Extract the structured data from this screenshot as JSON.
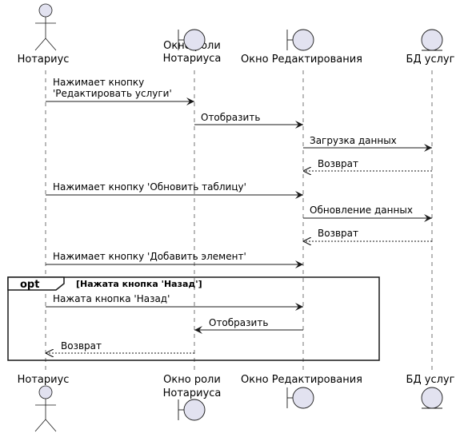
{
  "diagram": {
    "participants": [
      {
        "id": "notary",
        "kind": "actor",
        "label": "Нотариус"
      },
      {
        "id": "role_window",
        "kind": "boundary",
        "label_lines": [
          "Окно роли",
          "Нотариуса"
        ]
      },
      {
        "id": "edit_window",
        "kind": "boundary",
        "label": "Окно Редактирования"
      },
      {
        "id": "db",
        "kind": "entity",
        "label": "БД услуг"
      }
    ],
    "messages": [
      {
        "from": "notary",
        "to": "role_window",
        "style": "solid",
        "label_lines": [
          "Нажимает кнопку",
          "'Редактировать услуги'"
        ]
      },
      {
        "from": "role_window",
        "to": "edit_window",
        "style": "solid",
        "label": "Отобразить"
      },
      {
        "from": "edit_window",
        "to": "db",
        "style": "solid",
        "label": "Загрузка данных"
      },
      {
        "from": "db",
        "to": "edit_window",
        "style": "dashed",
        "label": "Возврат"
      },
      {
        "from": "notary",
        "to": "edit_window",
        "style": "solid",
        "label": "Нажимает кнопку 'Обновить таблицу'"
      },
      {
        "from": "edit_window",
        "to": "db",
        "style": "solid",
        "label": "Обновление данных"
      },
      {
        "from": "db",
        "to": "edit_window",
        "style": "dashed",
        "label": "Возврат"
      },
      {
        "from": "notary",
        "to": "edit_window",
        "style": "solid",
        "label": "Нажимает кнопку 'Добавить элемент'"
      },
      {
        "from": "notary",
        "to": "edit_window",
        "style": "solid",
        "label": "Нажата кнопка 'Назад'"
      },
      {
        "from": "edit_window",
        "to": "role_window",
        "style": "solid",
        "label": "Отобразить"
      },
      {
        "from": "role_window",
        "to": "notary",
        "style": "dashed",
        "label": "Возврат"
      }
    ],
    "fragment": {
      "keyword": "opt",
      "condition": "[Нажата кнопка 'Назад']"
    },
    "colors": {
      "participant_fill": "#E2E2F0",
      "stroke": "#181818",
      "lifeline": "#181818"
    }
  }
}
